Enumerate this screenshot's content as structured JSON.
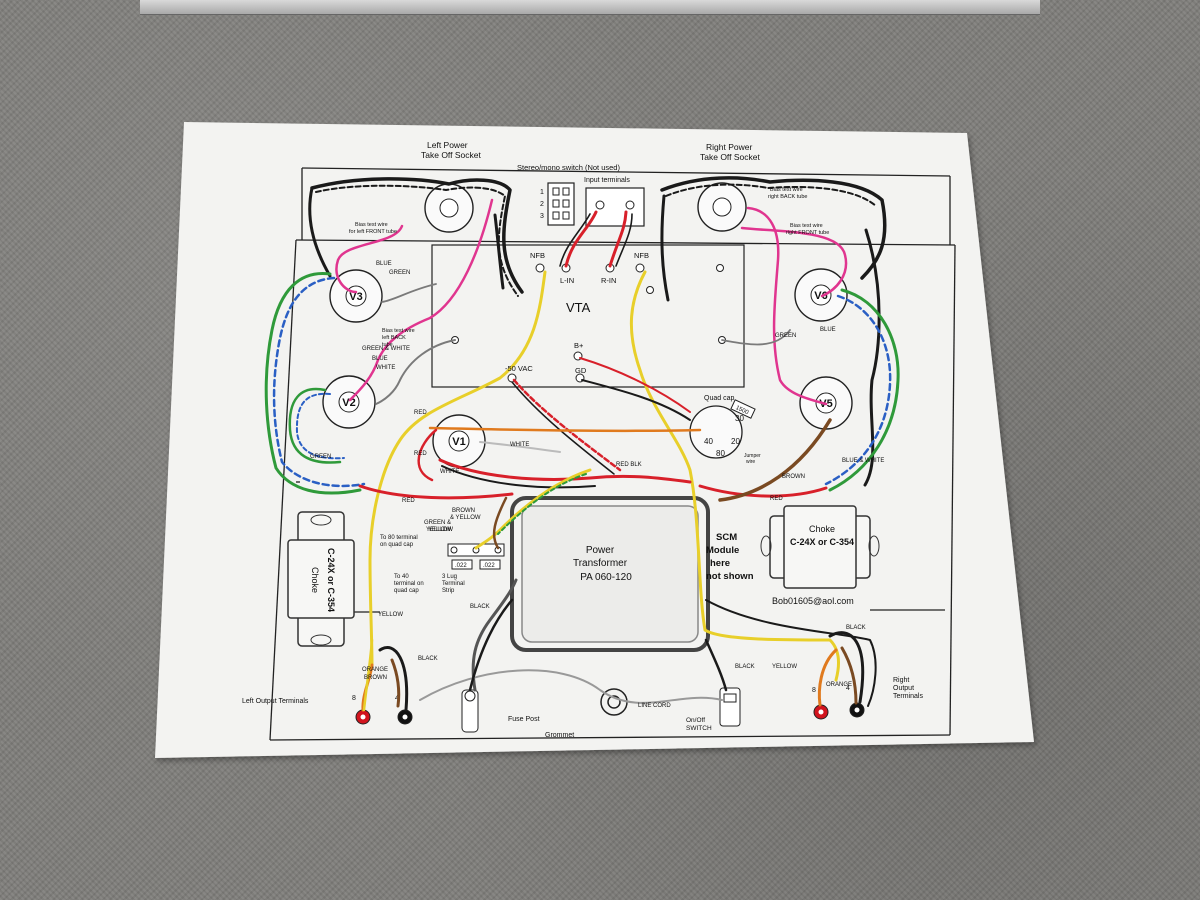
{
  "diagram": {
    "labels": {
      "left_socket": "Left Power",
      "left_socket2": "Take Off Socket",
      "right_socket": "Right Power",
      "right_socket2": "Take Off Socket",
      "stereo_switch": "Stereo/mono switch (Not used)",
      "input_terminals": "Input terminals",
      "vta": "VTA",
      "nfb_left": "NFB",
      "nfb_right": "NFB",
      "l_in": "L-IN",
      "r_in": "R-IN",
      "b_plus": "B+",
      "gd": "GD",
      "minus50": "-50 VAC",
      "quad_cap": "Quad cap",
      "bias_lf": "Bias test wire",
      "bias_lf2": "for left FRONT tube",
      "bias_lb": "Bias test wire",
      "bias_lb2": "left BACK",
      "bias_lb3": "tube",
      "bias_rb": "Bias test wire",
      "bias_rb2": "right BACK tube",
      "bias_rf": "Bias test wire",
      "bias_rf2": "right FRONT tube",
      "v1": "V1",
      "v2": "V2",
      "v3": "V3",
      "v5": "V5",
      "v6": "V6",
      "power_transformer": "Power",
      "power_transformer2": "Transformer",
      "power_transformer3": "PA 060-120",
      "choke_left": "Choke",
      "choke_left2": "C-24X or C-354",
      "choke_right": "Choke",
      "choke_right2": "C-24X or C-354",
      "scm": "SCM",
      "scm2": "Module",
      "scm3": "here",
      "scm4": "not shown",
      "email": "Bob01605@aol.com",
      "to80": "To 80 terminal",
      "to80b": "on quad cap",
      "to40": "To 40",
      "to40b": "terminal on",
      "to40c": "quad cap",
      "lug": "3 Lug",
      "lug2": "Terminal",
      "lug3": "Strip",
      "left_out": "Left Output Terminals",
      "right_out": "Right",
      "right_out2": "Output",
      "right_out3": "Terminals",
      "fuse_post": "Fuse Post",
      "grommet": "Grommet",
      "line_cord": "LINE CORD",
      "onoff": "On/Off",
      "onoff2": "SWITCH",
      "cap_022a": ".022",
      "cap_022b": ".022",
      "n1": "1",
      "n2": "2",
      "n3": "3",
      "q30": "30",
      "q40": "40",
      "q20": "20",
      "q80": "80",
      "t8l": "8",
      "t4l": "4",
      "t8r": "8",
      "t4r": "4",
      "cap_1500": "1500"
    },
    "wire_labels": {
      "blue_v3": "BLUE",
      "green_v3": "GREEN",
      "gw_v2": "GREEN & WHITE",
      "blue_v2": "BLUE",
      "white_v2": "WHITE",
      "green_v2": "GREEN",
      "red_v1a": "RED",
      "red_v1b": "RED",
      "white_v1a": "WHITE",
      "white_v1b": "WHITE",
      "red_left": "RED",
      "yellow_t": "YELLOW",
      "brown_yellow": "BROWN",
      "brown_yellow2": "& YELLOW",
      "green_yellow": "GREEN &",
      "green_yellow2": "YELLOW",
      "red_blk": "RED BLK",
      "blue_v6": "BLUE",
      "green_v6": "GREEN",
      "bw_v5": "BLUE & WHITE",
      "brown_v5": "BROWN",
      "red_v5": "RED",
      "yellow_lout": "YELLOW",
      "black_lout": "BLACK",
      "orange_l": "ORANGE",
      "brown_l": "BROWN",
      "black_pt": "BLACK",
      "black_r": "BLACK",
      "yellow_r": "YELLOW",
      "black_rt": "BLACK",
      "orange_r": "ORANGE",
      "jumper": "Jumper",
      "jumper2": "wire"
    },
    "colors": {
      "paper": "#f3f3f1",
      "line": "#222222",
      "wire_black": "#1a1a1a",
      "wire_red": "#d8202a",
      "wire_pink": "#e0358f",
      "wire_green": "#2f9a3a",
      "wire_blue": "#2a5fc4",
      "wire_yellow": "#e8cf2a",
      "wire_brown": "#7a4a22",
      "wire_orange": "#e07a1e",
      "wire_gray": "#7a7a7a",
      "terminal_red": "#d2141e"
    }
  }
}
